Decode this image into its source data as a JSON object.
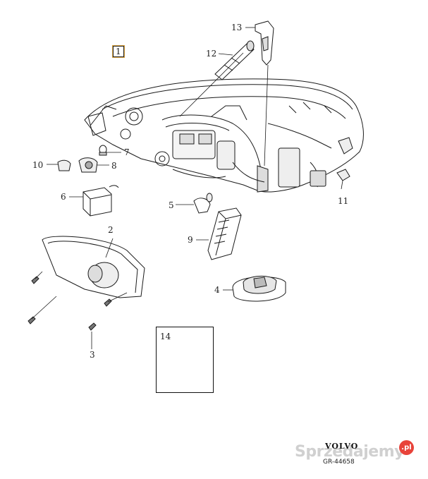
{
  "callouts": {
    "c1": "1",
    "c2": "2",
    "c3": "3",
    "c4": "4",
    "c5": "5",
    "c6": "6",
    "c7": "7",
    "c8": "8",
    "c9": "9",
    "c10": "10",
    "c11": "11",
    "c12": "12",
    "c13": "13",
    "c14": "14"
  },
  "footer": {
    "brand": "VOLVO",
    "reference": "GR-44658"
  },
  "watermark": {
    "text": "Sprzedajemy",
    "badge": ".pl"
  },
  "colors": {
    "line": "#1a1a1a",
    "part_fill": "#ffffff",
    "shade": "#cfcfcf",
    "watermark_badge": "#e8433a",
    "callout_accent": "#d9a441"
  }
}
